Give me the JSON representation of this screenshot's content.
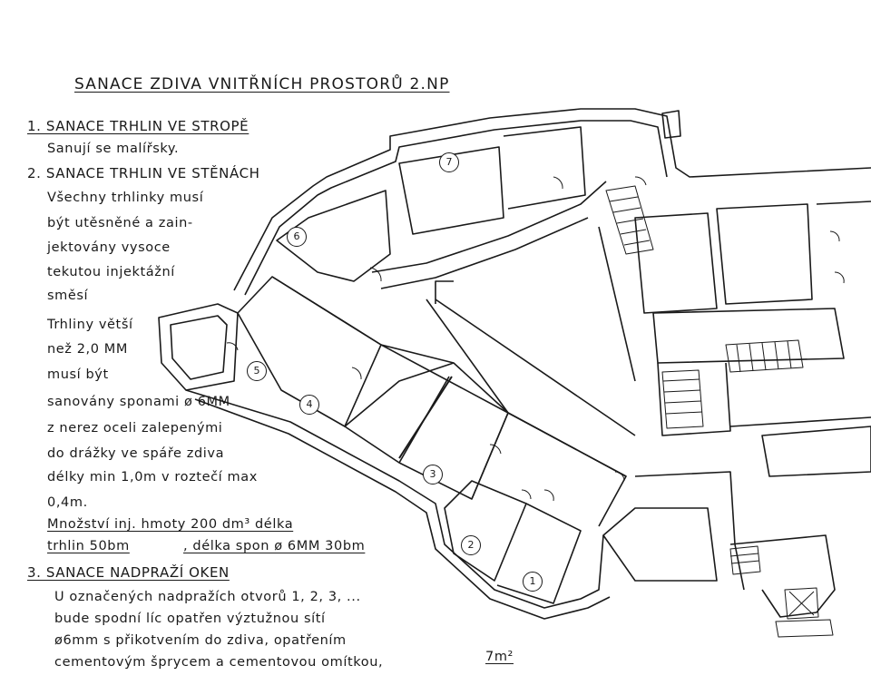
{
  "title": "SANACE ZDIVA VNITŘNÍCH PROSTORŮ 2.NP",
  "sections": [
    {
      "heading": "1. SANACE TRHLIN VE STROPĚ",
      "lines": [
        "Sanují se malířsky."
      ]
    },
    {
      "heading": "2. SANACE TRHLIN VE STĚNÁCH",
      "lines": [
        "Všechny trhlinky musí",
        "být utěsněné a zain-",
        "jektovány vysoce",
        "tekutou injektážní",
        "směsí",
        "Trhliny větší",
        "než 2,0 MM",
        "musí být",
        "sanovány sponami ø 6MM",
        "z nerez oceli zalepenými",
        "do drážky ve spáře zdiva",
        "délky min 1,0m v roztečí max",
        "0,4m."
      ],
      "quantities": [
        "Množství inj. hmoty 200 dm³ délka",
        "trhlin 50bm",
        ", délka spon ø 6MM 30bm"
      ]
    },
    {
      "heading": "3. SANACE NADPRAŽÍ OKEN",
      "lines": [
        "U označených nadpražích otvorů 1, 2, 3, ...",
        "bude spodní líc opatřen výztužnou sítí",
        "ø6mm s přikotvením do zdiva, opatřením",
        "cementovým šprycem a cementovou omítkou,"
      ],
      "quantity": "7m²"
    }
  ],
  "room_markers": [
    "7",
    "6",
    "5",
    "4",
    "3",
    "2",
    "1"
  ]
}
